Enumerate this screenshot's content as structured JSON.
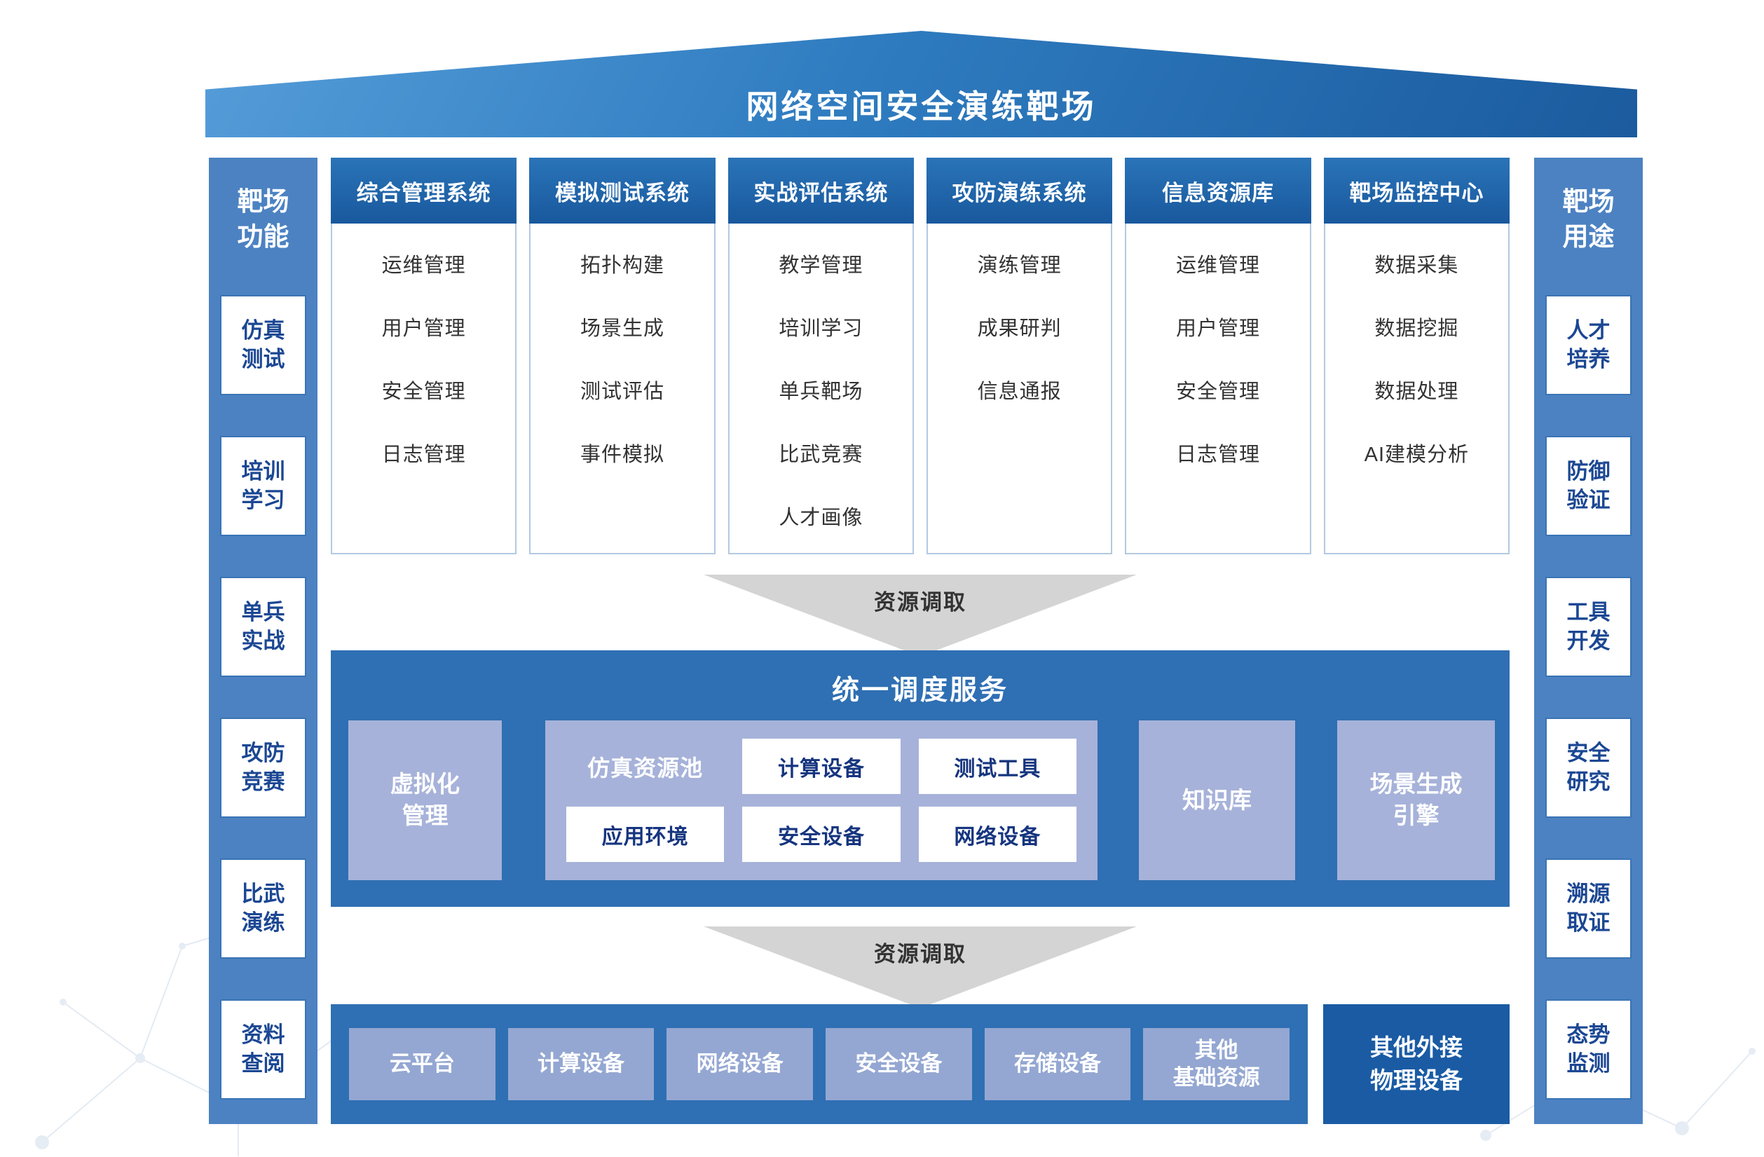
{
  "title": "网络空间安全演练靶场",
  "left_sidebar": {
    "title": "靶场\n功能",
    "items": [
      "仿真\n测试",
      "培训\n学习",
      "单兵\n实战",
      "攻防\n竞赛",
      "比武\n演练",
      "资料\n查阅"
    ]
  },
  "right_sidebar": {
    "title": "靶场\n用途",
    "items": [
      "人才\n培养",
      "防御\n验证",
      "工具\n开发",
      "安全\n研究",
      "溯源\n取证",
      "态势\n监测"
    ]
  },
  "systems": [
    {
      "title": "综合管理系统",
      "items": [
        "运维管理",
        "用户管理",
        "安全管理",
        "日志管理"
      ]
    },
    {
      "title": "模拟测试系统",
      "items": [
        "拓扑构建",
        "场景生成",
        "测试评估",
        "事件模拟"
      ]
    },
    {
      "title": "实战评估系统",
      "items": [
        "教学管理",
        "培训学习",
        "单兵靶场",
        "比武竞赛",
        "人才画像"
      ]
    },
    {
      "title": "攻防演练系统",
      "items": [
        "演练管理",
        "成果研判",
        "信息通报"
      ]
    },
    {
      "title": "信息资源库",
      "items": [
        "运维管理",
        "用户管理",
        "安全管理",
        "日志管理"
      ]
    },
    {
      "title": "靶场监控中心",
      "items": [
        "数据采集",
        "数据挖掘",
        "数据处理",
        "AI建模分析"
      ]
    }
  ],
  "arrows": [
    {
      "label": "资源调取"
    },
    {
      "label": "资源调取"
    }
  ],
  "scheduling": {
    "title": "统一调度服务",
    "virtualization": "虚拟化\n管理",
    "resource_pool": {
      "label": "仿真资源池",
      "items": [
        "计算设备",
        "测试工具",
        "应用环境",
        "安全设备",
        "网络设备"
      ]
    },
    "knowledge_base": "知识库",
    "scene_engine": "场景生成\n引擎"
  },
  "infrastructure": {
    "items": [
      "云平台",
      "计算设备",
      "网络设备",
      "安全设备",
      "存储设备",
      "其他\n基础资源"
    ],
    "external": "其他外接\n物理设备"
  },
  "colors": {
    "deep_blue": "#1c5fa5",
    "band_blue": "#2f6fb3",
    "sidebar_blue": "#4c82c2",
    "light_box": "#a6b2d9",
    "infra_box": "#94a7d2",
    "arrow_gray": "#d4d4d4",
    "navy_text": "#16357f"
  }
}
